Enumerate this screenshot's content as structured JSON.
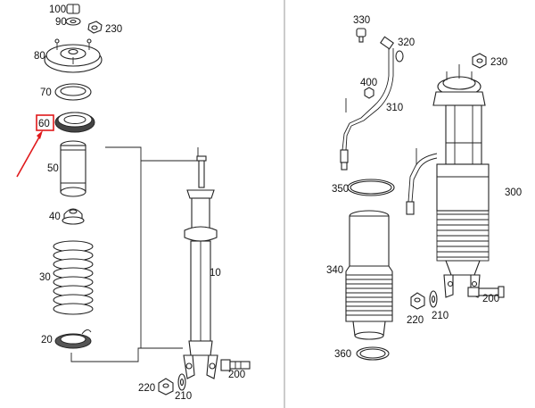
{
  "colors": {
    "line": "#222222",
    "highlight": "#e0191b",
    "background": "#ffffff"
  },
  "left_panel": {
    "labels": {
      "p100": "100",
      "p90": "90",
      "p230": "230",
      "p80": "80",
      "p70": "70",
      "p60": "60",
      "p50": "50",
      "p40": "40",
      "p30": "30",
      "p20": "20",
      "p10": "10",
      "p220": "220",
      "p210": "210",
      "p200": "200"
    },
    "highlighted_part": "60"
  },
  "right_panel": {
    "labels": {
      "p330": "330",
      "p320": "320",
      "p230": "230",
      "p400": "400",
      "p310": "310",
      "p350": "350",
      "p300": "300",
      "p340": "340",
      "p200": "200",
      "p220": "220",
      "p210": "210",
      "p360": "360"
    }
  }
}
